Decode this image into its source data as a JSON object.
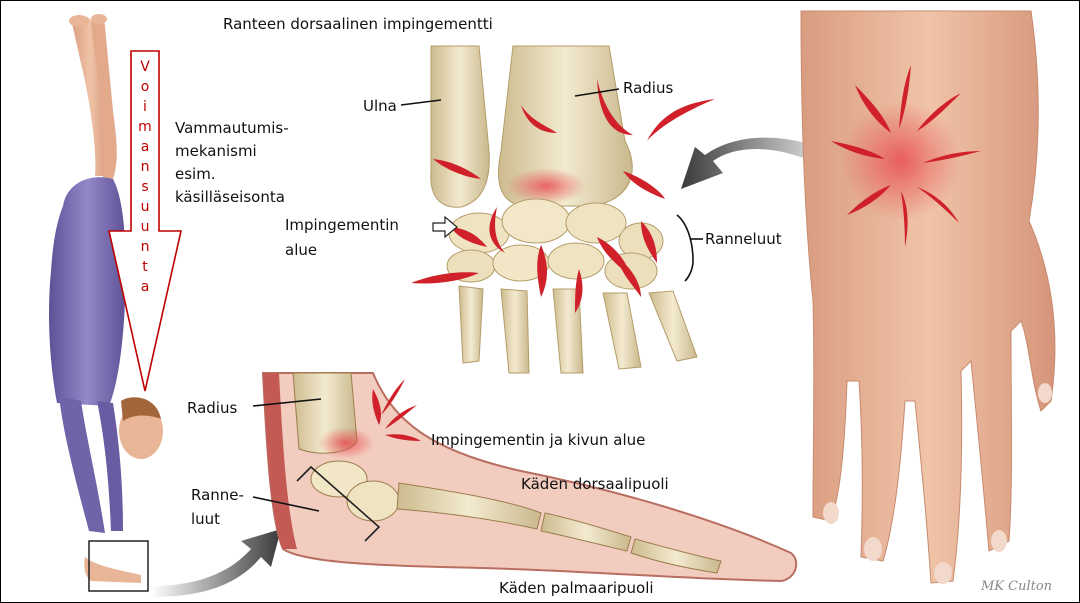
{
  "title": "Ranteen dorsaalinen impingementti",
  "mechanism": {
    "line1": "Vammautumis-",
    "line2": "mekanismi",
    "line3": "esim.",
    "line4": "käsilläseisonta"
  },
  "force_direction": [
    "V",
    "o",
    "i",
    "m",
    "a",
    "n",
    "s",
    "u",
    "u",
    "n",
    "t",
    "a"
  ],
  "labels": {
    "ulna": "Ulna",
    "radius_top": "Radius",
    "impingement_area_1": "Impingementin",
    "impingement_area_2": "alue",
    "carpals_top": "Ranneluut",
    "radius_bottom": "Radius",
    "impingement_pain": "Impingementin ja kivun alue",
    "carpals_bottom_1": "Ranne-",
    "carpals_bottom_2": "luut",
    "dorsal_side": "Käden dorsaalipuoli",
    "palmar_side": "Käden palmaaripuoli"
  },
  "signature": "MK Culton",
  "colors": {
    "pain_red": "#d0202a",
    "bone": "#e9dcb8",
    "skin": "#e8b597",
    "leotard": "#7d6fb4",
    "force_arrow": "#c00000"
  },
  "icons": [
    "hollow-right-arrow-icon",
    "grey-curved-arrow-icon"
  ]
}
